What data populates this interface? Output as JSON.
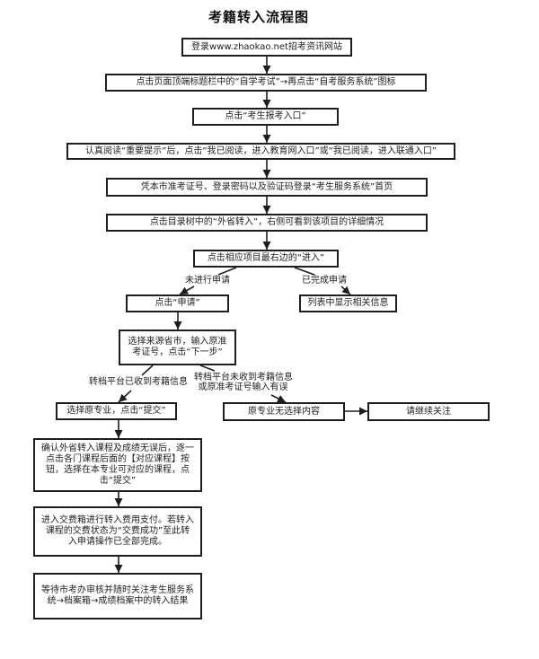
{
  "title": "考籍转入流程图",
  "steps": [
    {
      "lines": [
        "登录www.zhaokao.net招考资讯网站"
      ]
    },
    {
      "lines": [
        "点击页面顶端标题栏中的“自学考试”→再点击“自考服务系统”图标"
      ]
    },
    {
      "lines": [
        "点击“考生报考入口”"
      ]
    },
    {
      "lines": [
        "认真阅读“重要提示”后，点击“我已阅读，进入教育网入口”或“我已阅读，进入联通入口”"
      ]
    },
    {
      "lines": [
        "凭本市准考证号、登录密码以及验证码登录“考生服务系统”首页"
      ]
    },
    {
      "lines": [
        "点击目录树中的“外省转入”，右侧可看到该项目的详细情况"
      ]
    },
    {
      "lines": [
        "点击相应项目最右边的“进入”"
      ]
    },
    {
      "lines": [
        "点击“申请”"
      ]
    },
    {
      "lines": [
        "列表中显示相关信息"
      ]
    },
    {
      "lines": [
        "选择来源省市，输入原准",
        "考证号，点击“下一步”"
      ]
    },
    {
      "lines": [
        "选择原专业，点击“提交”"
      ]
    },
    {
      "lines": [
        "原专业无选择内容"
      ]
    },
    {
      "lines": [
        "请继续关注"
      ]
    },
    {
      "lines": [
        "确认外省转入课程及成绩无误后，逐一",
        "点击各门课程后面的【对应课程】按",
        "钮，选择在本专业可对应的课程，点",
        "击“提交”"
      ]
    },
    {
      "lines": [
        "进入交费箱进行转入费用支付。若转入",
        "课程的交费状态为“交费成功”至此转",
        "入申请操作已全部完成。"
      ]
    },
    {
      "lines": [
        "等待市考办审核并随时关注考生服务系",
        "统→档案箱→成绩档案中的转入结果"
      ]
    }
  ],
  "branch_labels": {
    "not_applied": "未进行申请",
    "applied_done": "已完成申请",
    "platform_received": "转档平台已收到考籍信息",
    "platform_not_received": [
      "转档平台未收到考籍信息",
      "或原准考证号输入有误"
    ]
  },
  "colors": {
    "line": "#1e1e1e",
    "background": "#ffffff"
  }
}
